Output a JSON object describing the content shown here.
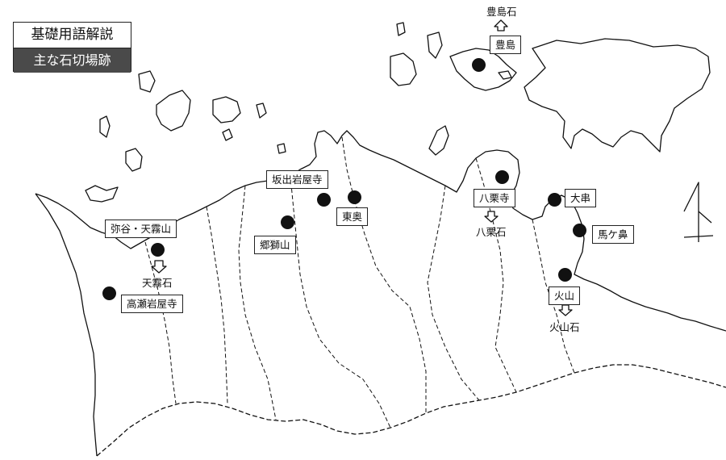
{
  "header": {
    "title": "基礎用語解説",
    "subtitle": "主な石切場跡"
  },
  "sites": {
    "toyoshima": "豊島",
    "sakaide_iwaya": "坂出岩屋寺",
    "higashioku": "東奥",
    "yaguri": "八栗寺",
    "omi": "大串",
    "umagahana": "馬ケ鼻",
    "kazan": "火山",
    "goshisan": "郷獅山",
    "yadani": "弥谷・天霧山",
    "takase": "高瀬岩屋寺"
  },
  "stones": {
    "toyoshima": "豊島石",
    "yaguri": "八栗石",
    "kazan": "火山石",
    "amagiri": "天霧石"
  }
}
